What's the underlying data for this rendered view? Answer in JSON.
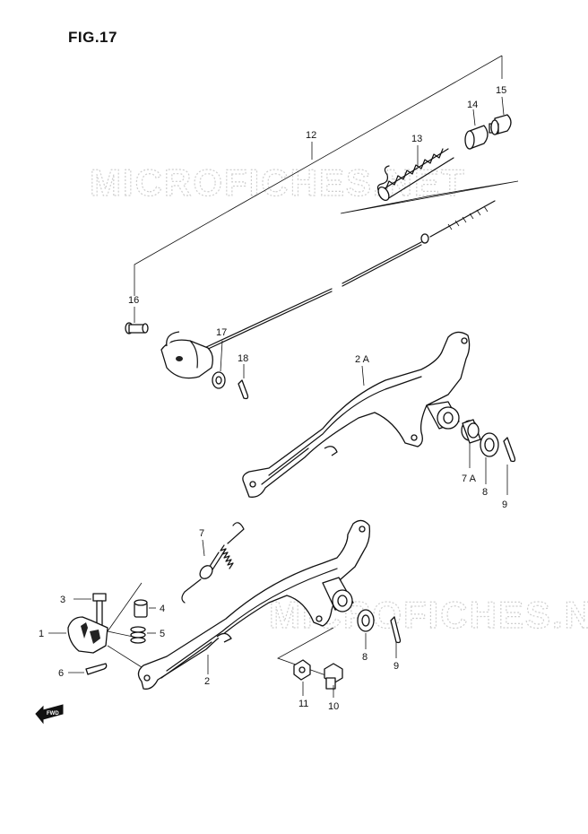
{
  "figure": {
    "title": "FIG.17"
  },
  "watermark": "MICROFICHES.NET",
  "fwd_label": "FWD",
  "callouts": {
    "p1": "1",
    "p2": "2",
    "p2a": "2 A",
    "p3": "3",
    "p4": "4",
    "p5": "5",
    "p6": "6",
    "p7": "7",
    "p7a": "7 A",
    "p8a": "8",
    "p8b": "8",
    "p9a": "9",
    "p9b": "9",
    "p10": "10",
    "p11": "11",
    "p12": "12",
    "p13": "13",
    "p14": "14",
    "p15": "15",
    "p16": "16",
    "p17": "17",
    "p18": "18"
  }
}
